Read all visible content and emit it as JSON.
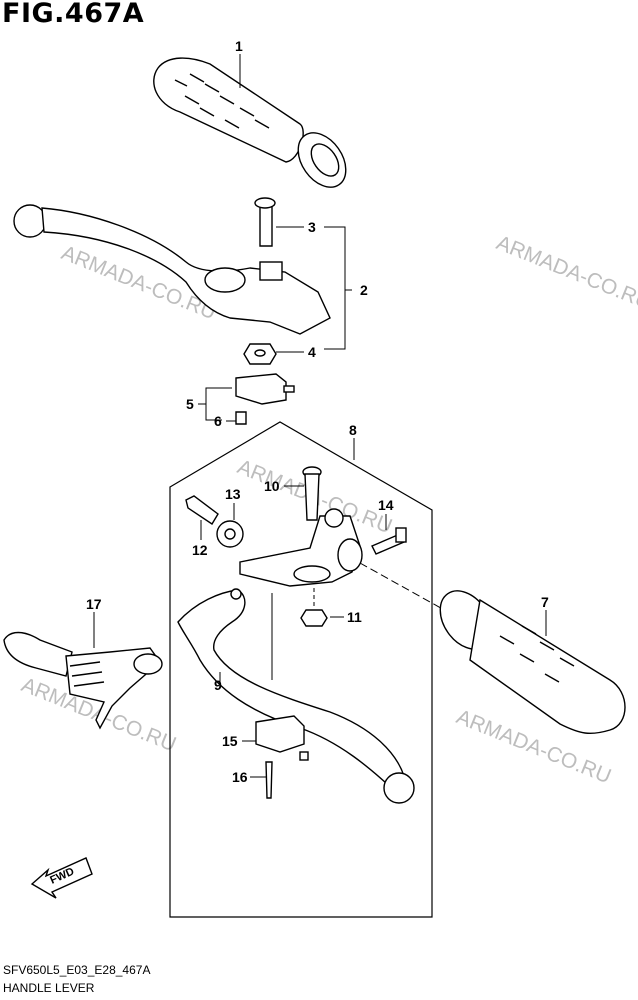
{
  "figure": {
    "title": "FIG.467A"
  },
  "callouts": [
    "1",
    "2",
    "3",
    "4",
    "5",
    "6",
    "7",
    "8",
    "9",
    "10",
    "11",
    "12",
    "13",
    "14",
    "15",
    "16",
    "17"
  ],
  "watermark": "ARMADA-CO.RU",
  "fwd_label": "FWD",
  "footer": {
    "code": "SFV650L5_E03_E28_467A",
    "name": "HANDLE LEVER"
  }
}
